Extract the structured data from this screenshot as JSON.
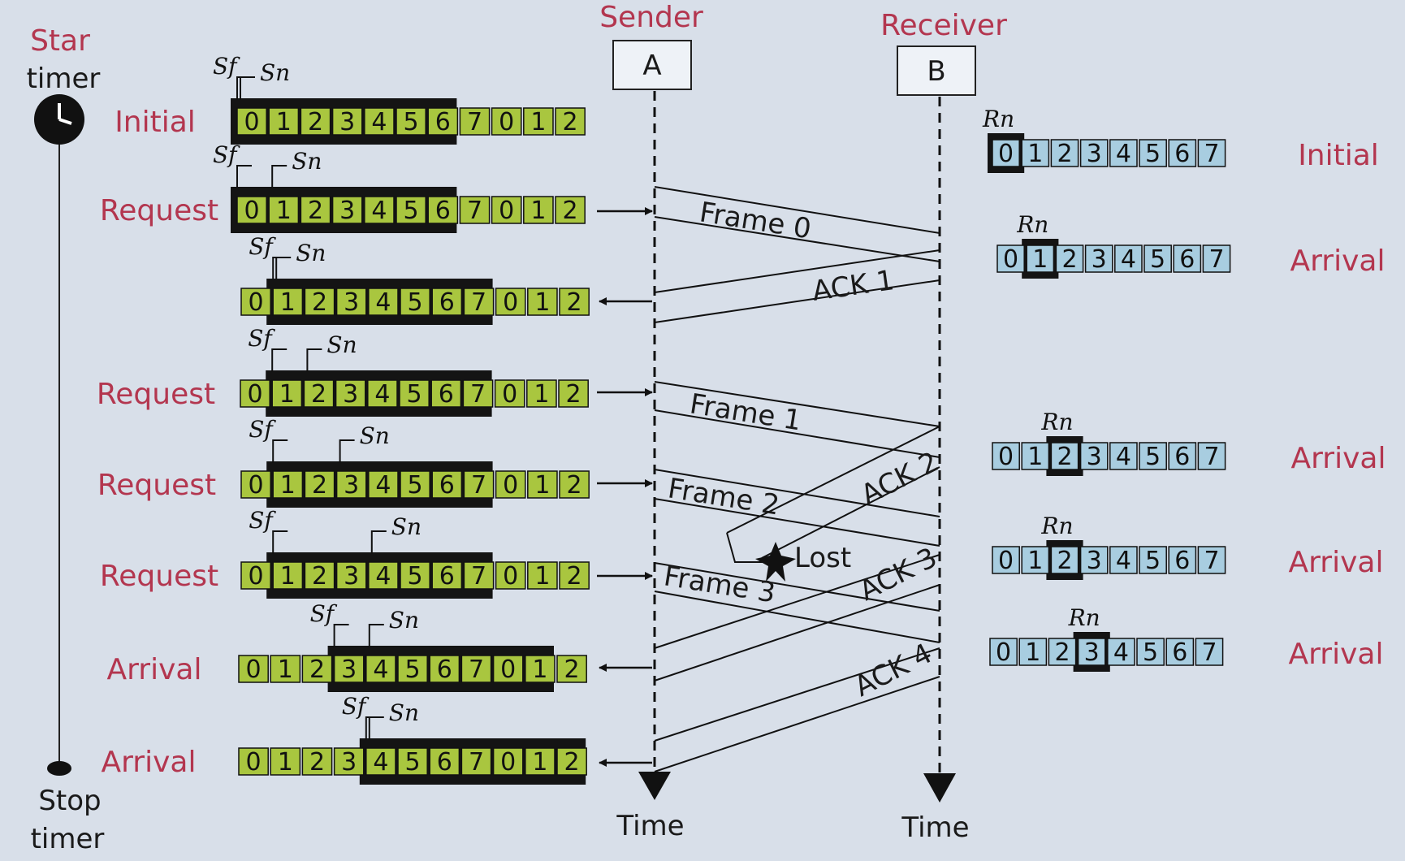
{
  "headers": {
    "sender_label": "Sender",
    "receiver_label": "Receiver",
    "sender_node": "A",
    "receiver_node": "B",
    "time_label_sender": "Time",
    "time_label_receiver": "Time"
  },
  "timer": {
    "start_line1": "Star",
    "start_line2": "timer",
    "stop_line1": "Stop",
    "stop_line2": "timer"
  },
  "symbols": {
    "sf": "Sf",
    "sn": "Sn",
    "rn": "Rn"
  },
  "sender_cells": [
    "0",
    "1",
    "2",
    "3",
    "4",
    "5",
    "6",
    "7",
    "0",
    "1",
    "2"
  ],
  "receiver_cells": [
    "0",
    "1",
    "2",
    "3",
    "4",
    "5",
    "6",
    "7"
  ],
  "sender_rows": [
    {
      "label": "Initial",
      "sf": 0,
      "sn": 0
    },
    {
      "label": "Request",
      "sf": 0,
      "sn": 1
    },
    {
      "label": "",
      "sf": 1,
      "sn": 1
    },
    {
      "label": "Request",
      "sf": 1,
      "sn": 2
    },
    {
      "label": "Request",
      "sf": 1,
      "sn": 3
    },
    {
      "label": "Request",
      "sf": 1,
      "sn": 4
    },
    {
      "label": "Arrival",
      "sf": 3,
      "sn": 4
    },
    {
      "label": "Arrival",
      "sf": 4,
      "sn": 4
    }
  ],
  "receiver_rows": [
    {
      "label": "Initial",
      "rn": 0
    },
    {
      "label": "Arrival",
      "rn": 1
    },
    {
      "label": "Arrival",
      "rn": 2
    },
    {
      "label": "Arrival",
      "rn": 2
    },
    {
      "label": "Arrival",
      "rn": 3
    }
  ],
  "messages": {
    "frame0": "Frame 0",
    "ack1": "ACK 1",
    "frame1": "Frame 1",
    "frame2": "Frame 2",
    "ack2": "ACK 2",
    "lost": "Lost",
    "frame3": "Frame 3",
    "ack3": "ACK 3",
    "ack4": "ACK 4"
  },
  "colors": {
    "sender_cell": "#a9c63f",
    "receiver_cell": "#a8cde0",
    "label_red": "#b3364f"
  }
}
